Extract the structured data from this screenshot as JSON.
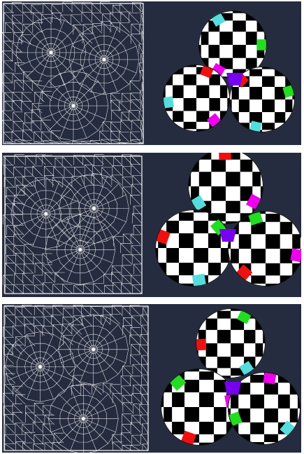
{
  "colors": {
    "background": "#262c3f",
    "mesh_line": "#ffffff",
    "checker_dark": "#000000",
    "checker_light": "#ffffff",
    "seam_green": "#22dd22",
    "seam_magenta": "#ee00ee",
    "seam_cyan": "#55dddd",
    "seam_red": "#ee1111",
    "seam_purple": "#7700ee"
  },
  "figure": {
    "rows": [
      {
        "mesh_view": "uv-parameterization-mesh",
        "render_view": "three-sphere-checkerboard-render",
        "mesh_centers": 3
      },
      {
        "mesh_view": "uv-parameterization-mesh",
        "render_view": "three-sphere-checkerboard-render",
        "mesh_centers": 3
      },
      {
        "mesh_view": "uv-parameterization-mesh",
        "render_view": "three-sphere-checkerboard-render",
        "mesh_centers": 3
      }
    ]
  }
}
